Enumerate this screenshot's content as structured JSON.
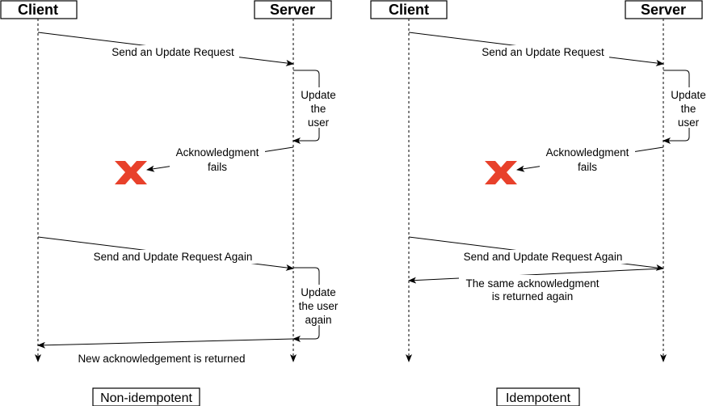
{
  "left": {
    "client": "Client",
    "server": "Server",
    "send_update": "Send an Update Request",
    "update_user": [
      "Update",
      "the",
      "user"
    ],
    "ack_fails": [
      "Acknowledgment",
      "fails"
    ],
    "send_again": "Send and Update Request Again",
    "update_again": [
      "Update",
      "the user",
      "again"
    ],
    "new_ack": "New acknowledgement is returned",
    "caption": "Non-idempotent"
  },
  "right": {
    "client": "Client",
    "server": "Server",
    "send_update": "Send an Update Request",
    "update_user": [
      "Update",
      "the",
      "user"
    ],
    "ack_fails": [
      "Acknowledgment",
      "fails"
    ],
    "send_again": "Send and Update Request Again",
    "same_ack": [
      "The same acknowledgment",
      "is returned again"
    ],
    "caption": "Idempotent"
  },
  "colors": {
    "failure_x": "#e8412b",
    "line": "#000000"
  },
  "icons": {
    "failure": "x-mark-icon"
  }
}
